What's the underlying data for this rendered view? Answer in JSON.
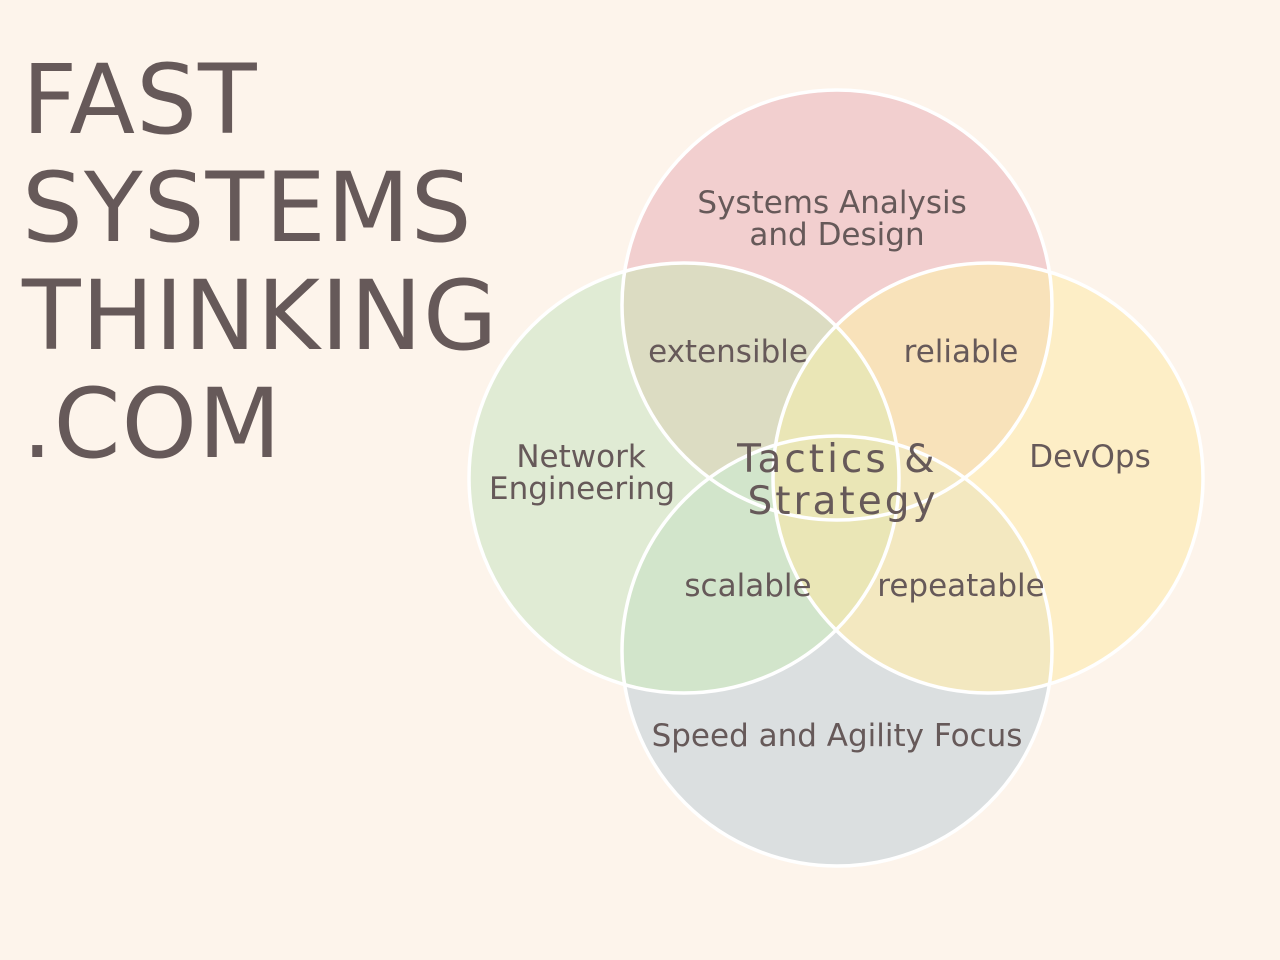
{
  "site": {
    "title_lines": [
      "FAST",
      "SYSTEMS",
      "THINKING",
      ".COM"
    ]
  },
  "diagram": {
    "circles": {
      "top": {
        "label_lines": [
          "Systems Analysis",
          "and Design"
        ],
        "color": "#f2cfcf"
      },
      "left": {
        "label_lines": [
          "Network",
          "Engineering"
        ],
        "color": "#dde9d1"
      },
      "right": {
        "label_lines": [
          "DevOps"
        ],
        "color": "#fdedc0"
      },
      "bottom": {
        "label_lines": [
          "Speed and Agility Focus"
        ],
        "color": "#dbdfe0"
      }
    },
    "overlaps": {
      "top_left": "extensible",
      "top_right": "reliable",
      "bottom_left": "scalable",
      "bottom_right": "repeatable"
    },
    "center": {
      "label_lines": [
        "Tactics &",
        "Strategy"
      ]
    }
  },
  "colors": {
    "background": "#fdf4eb",
    "text": "#665959",
    "outline": "#ffffff"
  }
}
